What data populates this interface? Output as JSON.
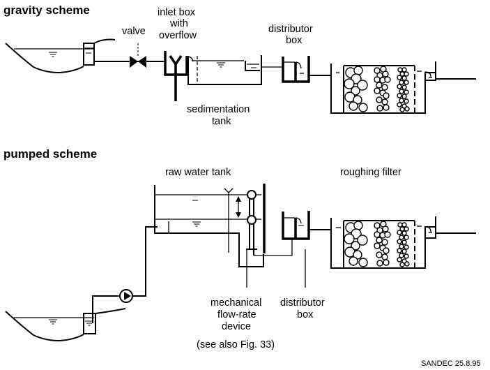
{
  "diagram": {
    "colors": {
      "ink": "#000000",
      "background": "#ffffff"
    },
    "gravity_scheme": {
      "heading": "gravity scheme",
      "labels": {
        "valve": "valve",
        "inlet_box_1": "inlet box",
        "inlet_box_2": "with",
        "inlet_box_3": "overflow",
        "sedimentation_1": "sedimentation",
        "sedimentation_2": "tank",
        "distributor_1": "distributor",
        "distributor_2": "box"
      },
      "components": [
        "river intake",
        "valve",
        "inlet box with overflow",
        "sedimentation tank",
        "distributor box",
        "roughing filter",
        "outlet box"
      ]
    },
    "pumped_scheme": {
      "heading": "pumped scheme",
      "labels": {
        "raw_water_tank": "raw water tank",
        "roughing_filter": "roughing filter",
        "mechanical_1": "mechanical",
        "mechanical_2": "flow-rate",
        "mechanical_3": "device",
        "distributor_1": "distributor",
        "distributor_2": "box",
        "see_also": "(see also Fig. 33)"
      },
      "components": [
        "river intake",
        "pump",
        "raw water tank",
        "mechanical flow-rate device",
        "distributor box",
        "roughing filter",
        "outlet box"
      ]
    },
    "credit": "SANDEC 25.8.95"
  }
}
